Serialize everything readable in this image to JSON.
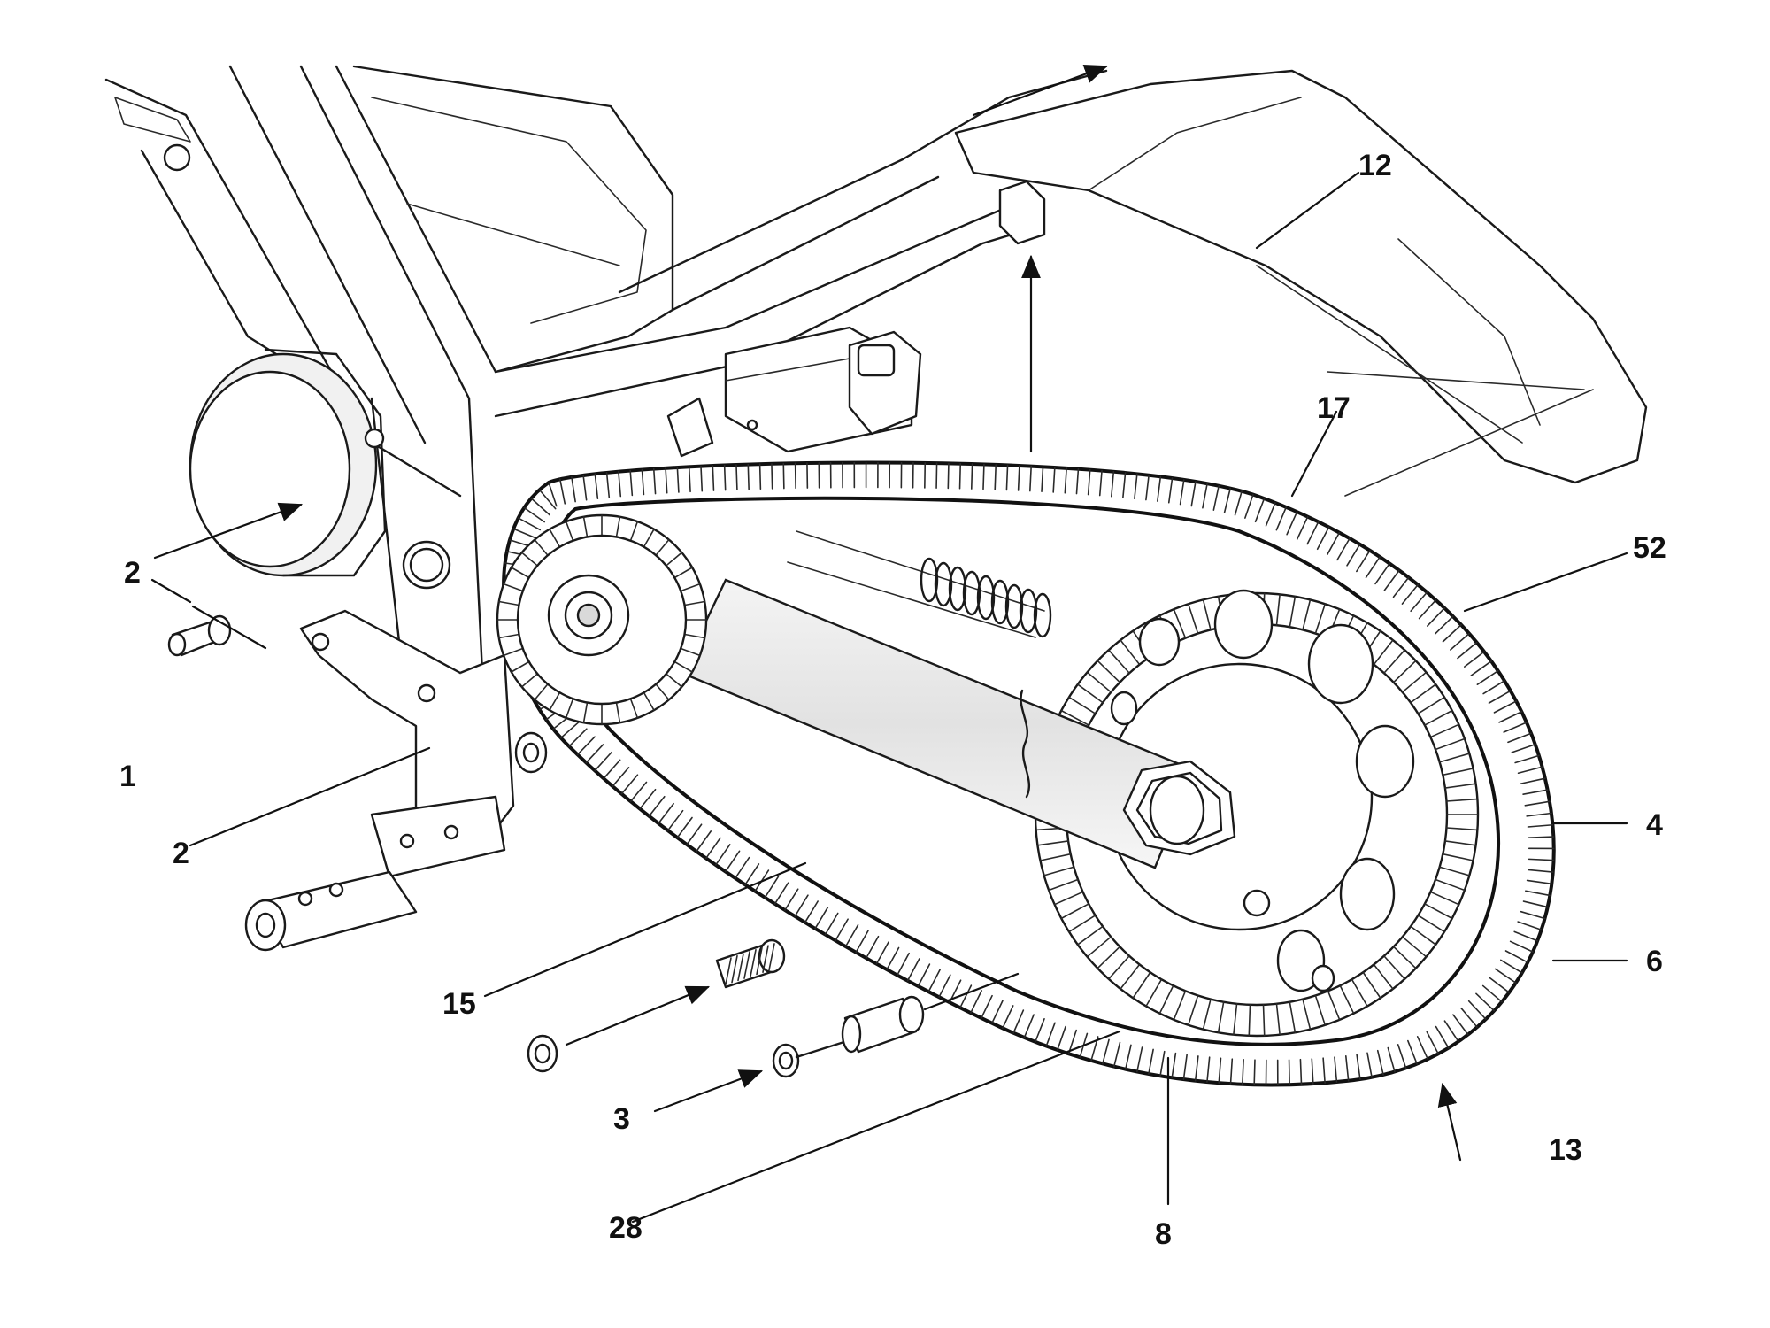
{
  "diagram": {
    "callouts": [
      {
        "id": "c-12",
        "text": "12"
      },
      {
        "id": "c-17",
        "text": "17"
      },
      {
        "id": "c-52",
        "text": "52"
      },
      {
        "id": "c-2a",
        "text": "2"
      },
      {
        "id": "c-1",
        "text": "1"
      },
      {
        "id": "c-2b",
        "text": "2"
      },
      {
        "id": "c-4",
        "text": "4"
      },
      {
        "id": "c-6",
        "text": "6"
      },
      {
        "id": "c-15",
        "text": "15"
      },
      {
        "id": "c-3",
        "text": "3"
      },
      {
        "id": "c-13",
        "text": "13"
      },
      {
        "id": "c-28",
        "text": "28"
      },
      {
        "id": "c-8",
        "text": "8"
      }
    ]
  },
  "colors": {
    "line": "#1a1a1a",
    "background": "#ffffff",
    "shade": "#e6e6e6"
  }
}
